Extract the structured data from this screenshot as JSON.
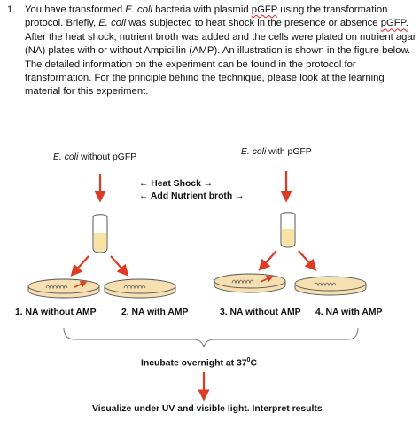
{
  "question": {
    "number": "1.",
    "p1": "You have transformed ",
    "p2": "E. coli",
    "p3": " bacteria with plasmid ",
    "p4": "pGFP",
    "p5": " using the transformation protocol.  Briefly, ",
    "p6": "E. coli",
    "p7": " was subjected to heat shock in the presence or absence ",
    "p8": "pGFP.",
    "p9": " After the heat shock, nutrient broth was added and the cells were plated on nutrient agar (NA) plates with or without Ampicillin (AMP).  An illustration is shown in the figure below.  The detailed information on the experiment can be found in the protocol for transformation.  For the principle behind the technique, please look at the learning material for this experiment."
  },
  "figure": {
    "left_group": {
      "organism": "E. coli",
      "condition": " without  pGFP"
    },
    "right_group": {
      "organism": "E. coli",
      "condition": " with  pGFP"
    },
    "steps": [
      "← Heat Shock →",
      "← Add Nutrient broth →"
    ],
    "plates": [
      "1. NA without AMP",
      "2. NA with AMP",
      "3. NA without AMP",
      "4. NA with AMP"
    ],
    "incubate_prefix": "Incubate overnight at 37",
    "incubate_degree": "0",
    "incubate_unit": "C",
    "final_step": "Visualize under UV and visible light. Interpret results"
  },
  "colors": {
    "arrow": "#e03a24",
    "plate_fill": "#f6dfb0",
    "broth": "#f9e3a3"
  }
}
